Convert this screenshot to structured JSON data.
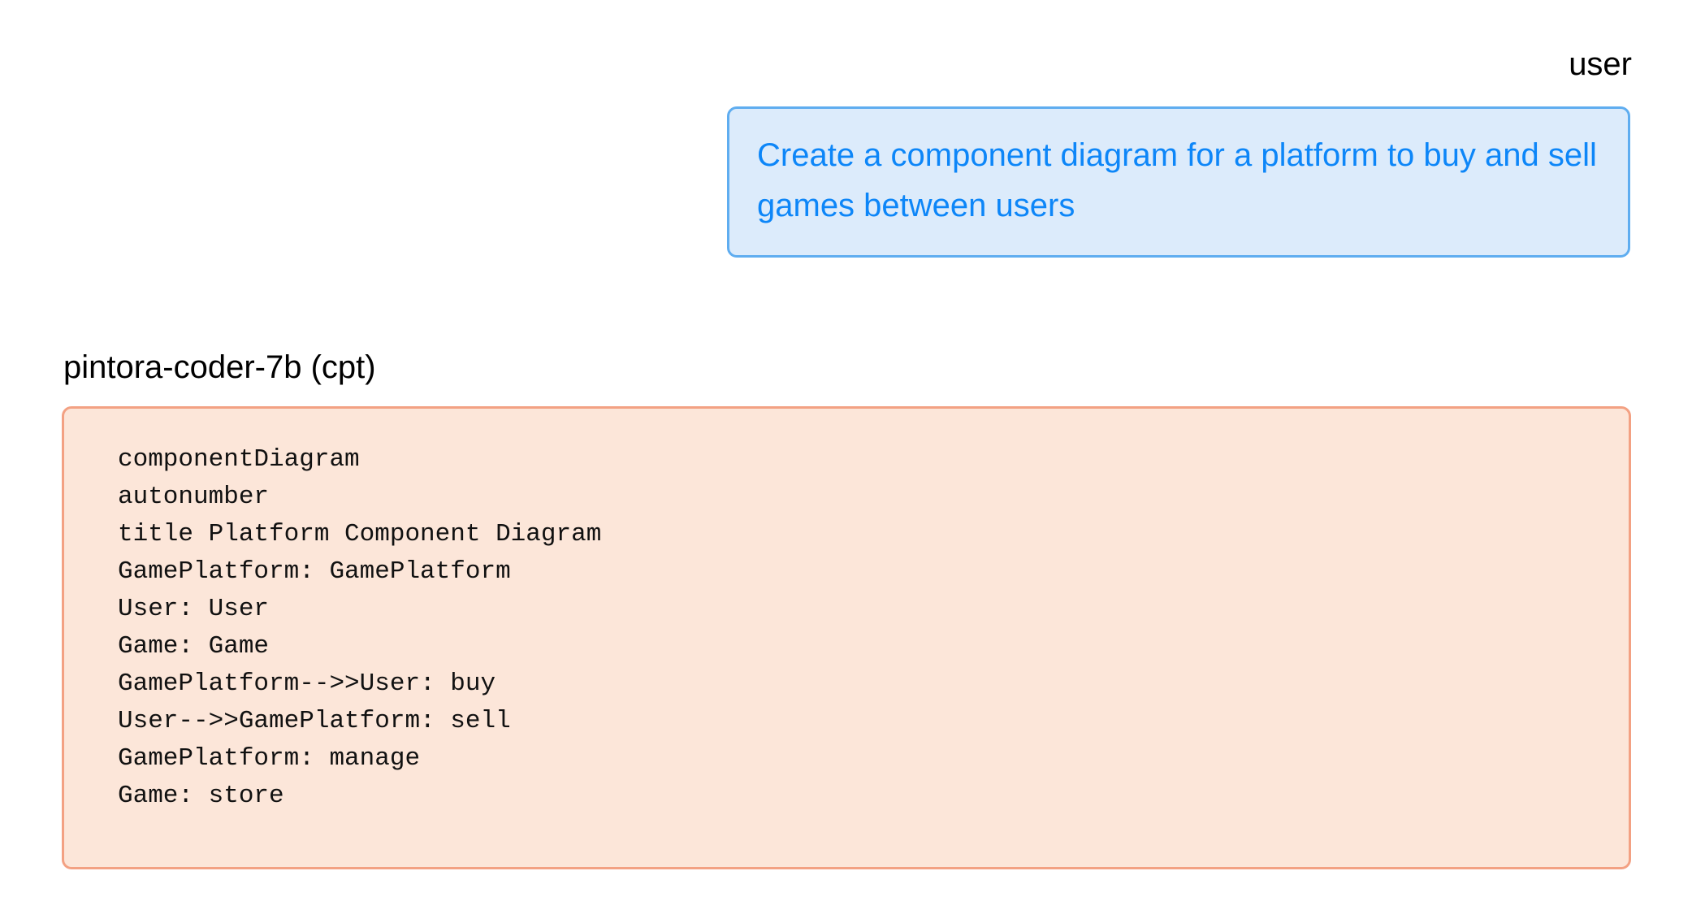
{
  "conversation": {
    "user_turn": {
      "role_label": "user",
      "message": "Create a component diagram for a platform to buy and sell games between users"
    },
    "assistant_turn": {
      "role_label": "pintora-coder-7b (cpt)",
      "code": "componentDiagram\nautonumber\ntitle Platform Component Diagram\nGamePlatform: GamePlatform\nUser: User\nGame: Game\nGamePlatform-->>User: buy\nUser-->>GamePlatform: sell\nGamePlatform: manage\nGame: store",
      "code_lines": [
        "componentDiagram",
        "autonumber",
        "title Platform Component Diagram",
        "GamePlatform: GamePlatform",
        "User: User",
        "Game: Game",
        "GamePlatform-->>User: buy",
        "User-->>GamePlatform: sell",
        "GamePlatform: manage",
        "Game: store"
      ]
    }
  },
  "colors": {
    "user_bubble_fill": "#dcebfb",
    "user_bubble_border": "#5fadf0",
    "user_text": "#0d86f8",
    "code_block_fill": "#fce6d9",
    "code_block_border": "#f3a183",
    "code_text": "#111111",
    "label_text": "#000000",
    "page_background": "#ffffff"
  }
}
